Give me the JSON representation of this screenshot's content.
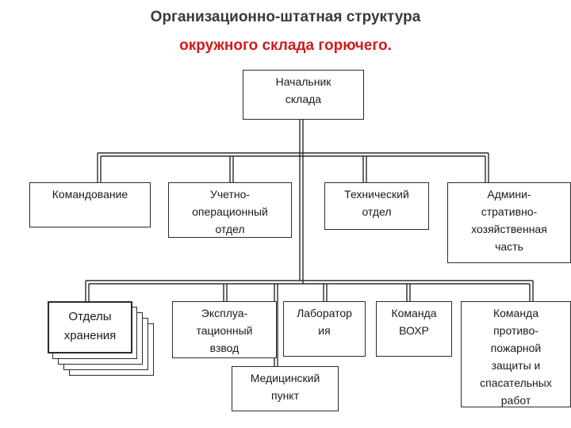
{
  "title": {
    "line1": "Организационно-штатная структура",
    "line2": "окружного склада горючего."
  },
  "nodes": {
    "chief": "Начальник\nсклада",
    "command": "Командование",
    "accounting": "Учетно-\nоперационный\nотдел",
    "technical": "Технический\nотдел",
    "admin": "Админи-\nстративно-\nхозяйственная\nчасть",
    "storage": "Отделы\nхранения",
    "exploitation": "Эксплуа-\nтационный\nвзвод",
    "laboratory": "Лаборатор\nия",
    "vohr": "Команда\nВОХР",
    "medical": "Медицинский\nпункт",
    "fire": "Команда\nпротиво-\nпожарной\nзащиты и\nспасательных\nработ"
  },
  "colors": {
    "title_main": "#3a3a3a",
    "title_accent": "#d11a1a",
    "line": "#2b2b2b"
  }
}
